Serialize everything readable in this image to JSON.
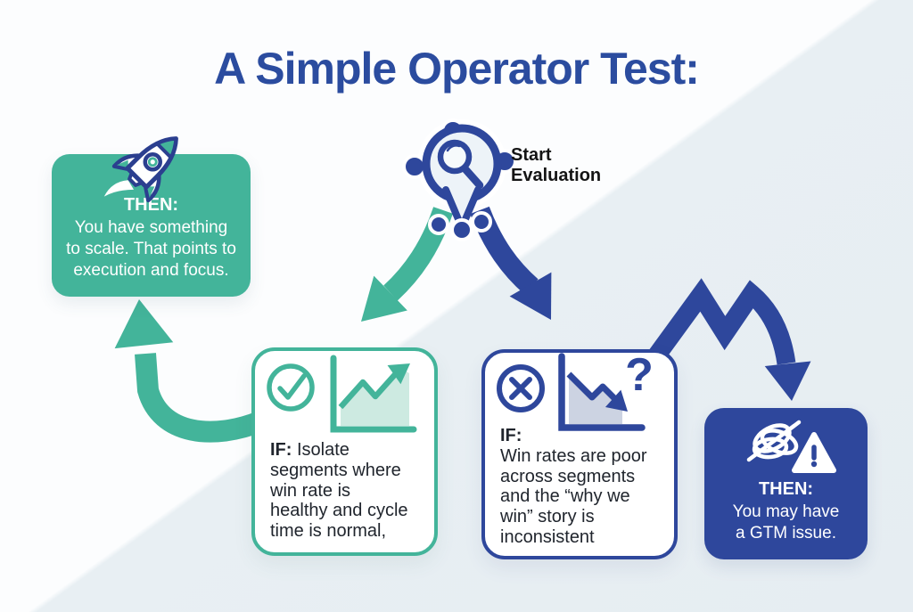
{
  "title": "A Simple Operator Test:",
  "start_label": "Start\nEvaluation",
  "then_success": {
    "heading": "THEN:",
    "body": "You have something\nto scale. That points to\nexecution and focus."
  },
  "if_success": {
    "prefix": "IF:",
    "body": " Isolate\nsegments where\nwin rate is\nhealthy and cycle\ntime is normal,"
  },
  "if_fail": {
    "prefix": "IF:",
    "body": "Win rates are poor\nacross segments\nand the “why we\nwin” story is\ninconsistent"
  },
  "then_fail": {
    "heading": "THEN:",
    "body": "You may have\na GTM issue."
  },
  "colors": {
    "teal": "#43b49a",
    "teal_fill_light": "#cdeae1",
    "navy": "#2e479c",
    "navy_fill_light": "#ccd3e2",
    "title_blue": "#2b4c9f",
    "background_light": "#fcfdfe",
    "background_shade": "#e8eff3"
  }
}
